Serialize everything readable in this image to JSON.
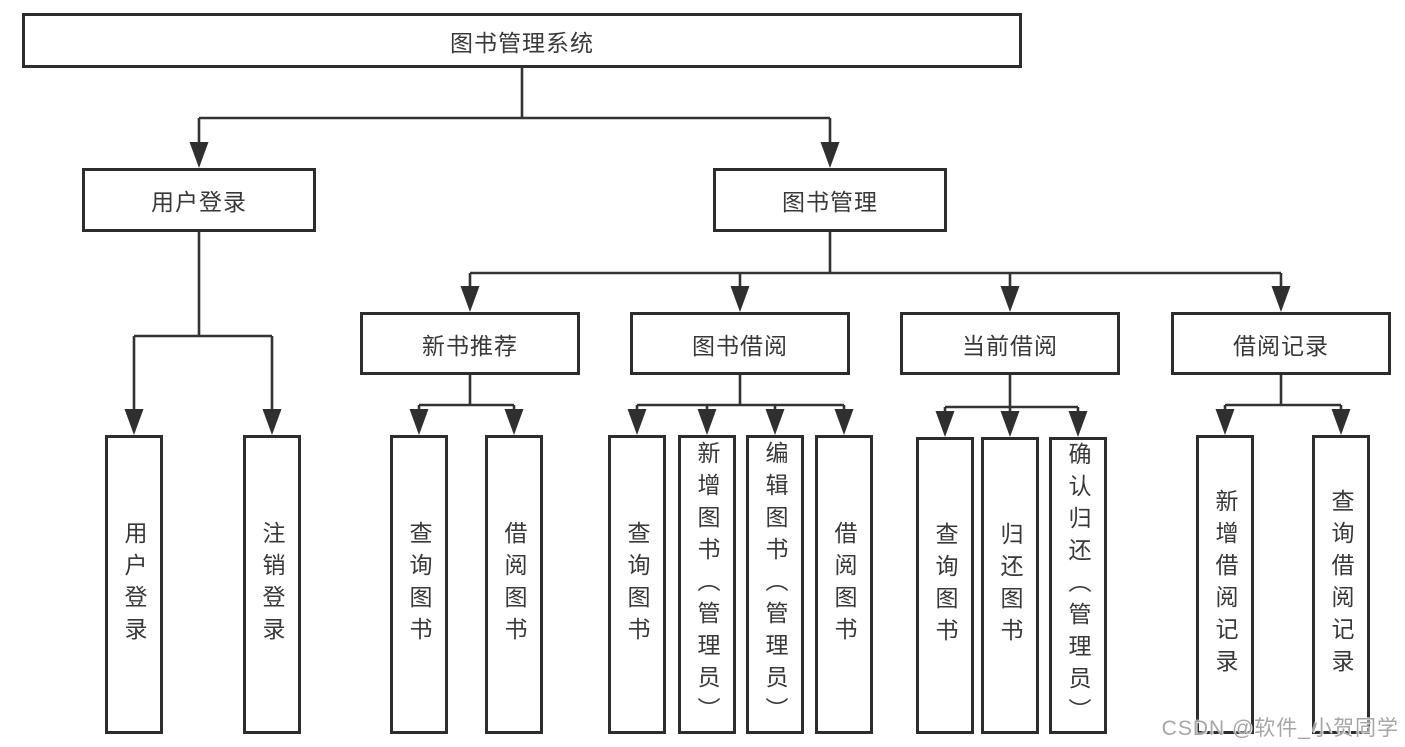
{
  "nodes": {
    "root": "图书管理系统",
    "login": "用户登录",
    "mgmt": "图书管理",
    "rec": "新书推荐",
    "borrow": "图书借阅",
    "current": "当前借阅",
    "records": "借阅记录",
    "login_user": "用户登录",
    "login_logout": "注销登录",
    "rec_query": "查询图书",
    "rec_borrow": "借阅图书",
    "borrow_query": "查询图书",
    "borrow_add": "新增图书（管理员）",
    "borrow_edit": "编辑图书（管理员）",
    "borrow_do": "借阅图书",
    "current_query": "查询图书",
    "current_return": "归还图书",
    "current_confirm": "确认归还（管理员）",
    "records_add": "新增借阅记录",
    "records_query": "查询借阅记录"
  },
  "hierarchy": {
    "图书管理系统": {
      "用户登录": [
        "用户登录",
        "注销登录"
      ],
      "图书管理": {
        "新书推荐": [
          "查询图书",
          "借阅图书"
        ],
        "图书借阅": [
          "查询图书",
          "新增图书（管理员）",
          "编辑图书（管理员）",
          "借阅图书"
        ],
        "当前借阅": [
          "查询图书",
          "归还图书",
          "确认归还（管理员）"
        ],
        "借阅记录": [
          "新增借阅记录",
          "查询借阅记录"
        ]
      }
    }
  },
  "watermark": "CSDN @软件_小贺同学",
  "colors": {
    "line": "#333333",
    "box_border": "#2d2d2d",
    "text": "#383838",
    "watermark": "#a5a5aa",
    "background": "#ffffff"
  }
}
